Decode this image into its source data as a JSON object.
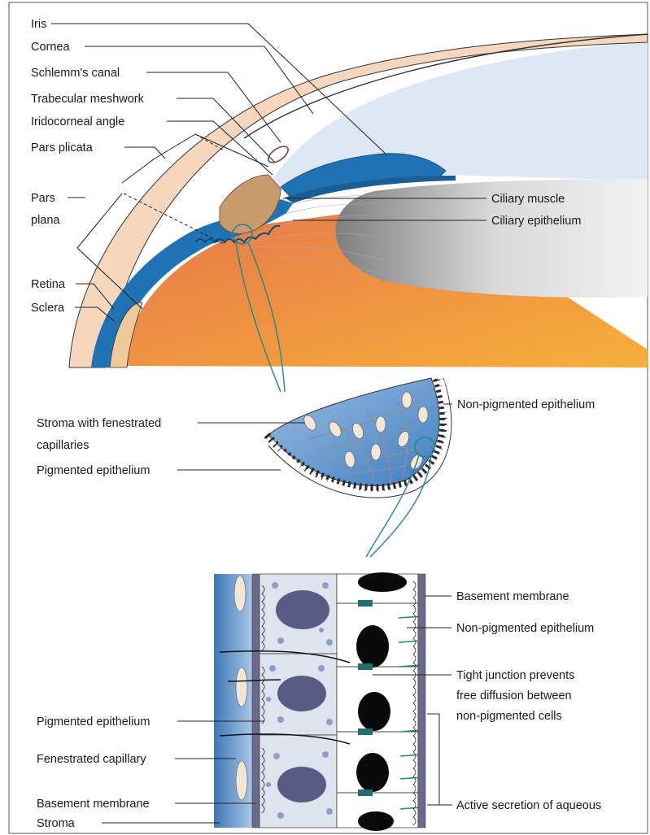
{
  "labels": {
    "iris": "Iris",
    "cornea": "Cornea",
    "schlemm": "Schlemm's canal",
    "trabecular": "Trabecular meshwork",
    "iridocorneal": "Iridocorneal angle",
    "pars_plicata": "Pars plicata",
    "pars_plana_1": "Pars",
    "pars_plana_2": "plana",
    "retina": "Retina",
    "sclera": "Sclera",
    "ciliary_muscle": "Ciliary muscle",
    "ciliary_epithelium": "Ciliary epithelium",
    "stroma_fen_1": "Stroma with fenestrated",
    "stroma_fen_2": "capillaries",
    "pigmented_mid": "Pigmented epithelium",
    "nonpig_mid": "Non-pigmented epithelium",
    "basement_top": "Basement membrane",
    "nonpig_bottom": "Non-pigmented epithelium",
    "tight_1": "Tight junction prevents",
    "tight_2": "free diffusion between",
    "tight_3": "non-pigmented cells",
    "pigmented_bottom": "Pigmented epithelium",
    "fenestrated_cap": "Fenestrated capillary",
    "basement_bottom": "Basement membrane",
    "stroma": "Stroma",
    "active_secretion": "Active secretion of aqueous"
  },
  "colors": {
    "sclera": "#f6d7bd",
    "cornea_line": "#2a2a2a",
    "iris_blue": "#1f73b4",
    "retina_orange": "#ef8a3a",
    "ciliary_muscle": "#c89a6c",
    "lens_grey": "#c8c8c8",
    "stroma_blue": "#6f9fd0",
    "cell_grey": "#dfe3ee",
    "nucleus": "#5a5a82",
    "teal": "#1f8a8a"
  }
}
